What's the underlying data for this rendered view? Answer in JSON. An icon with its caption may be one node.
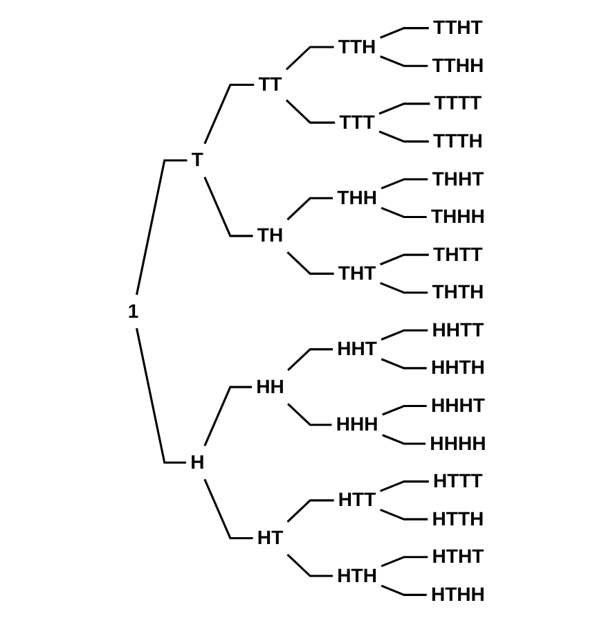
{
  "diagram": {
    "nodes": [
      {
        "text": [
          "1"
        ]
      },
      {
        "text": [
          "T"
        ]
      },
      {
        "text": [
          "H"
        ]
      },
      {
        "text": [
          "TT"
        ]
      },
      {
        "text": [
          "TH"
        ]
      },
      {
        "text": [
          "HH"
        ]
      },
      {
        "text": [
          "HT"
        ]
      },
      {
        "text": [
          "TTH"
        ]
      },
      {
        "text": [
          "TTT"
        ]
      },
      {
        "text": [
          "THH"
        ]
      },
      {
        "text": [
          "THT"
        ]
      },
      {
        "text": [
          "HHT"
        ]
      },
      {
        "text": [
          "HHH"
        ]
      },
      {
        "text": [
          "HTT"
        ]
      },
      {
        "text": [
          "HTH"
        ]
      },
      {
        "text": [
          "TTHT"
        ]
      },
      {
        "text": [
          "TTHH"
        ]
      },
      {
        "text": [
          "TTTT"
        ]
      },
      {
        "text": [
          "TTTH"
        ]
      },
      {
        "text": [
          "THHT"
        ]
      },
      {
        "text": [
          "THHH"
        ]
      },
      {
        "text": [
          "THTT"
        ]
      },
      {
        "text": [
          "THTH"
        ]
      },
      {
        "text": [
          "HHTT"
        ]
      },
      {
        "text": [
          "HHTH"
        ]
      },
      {
        "text": [
          "HHHT"
        ]
      },
      {
        "text": [
          "HHHH"
        ]
      },
      {
        "text": [
          "HTTT"
        ]
      },
      {
        "text": [
          "HTTH"
        ]
      },
      {
        "text": [
          "HTHT"
        ]
      },
      {
        "text": [
          "HTHH"
        ]
      }
    ],
    "edges": [
      {
        "from": 0,
        "to": 1,
        "arrow": "none"
      },
      {
        "from": 0,
        "to": 2,
        "arrow": "none"
      },
      {
        "from": 1,
        "to": 3,
        "arrow": "none"
      },
      {
        "from": 1,
        "to": 4,
        "arrow": "none"
      },
      {
        "from": 2,
        "to": 5,
        "arrow": "none"
      },
      {
        "from": 2,
        "to": 6,
        "arrow": "none"
      },
      {
        "from": 3,
        "to": 7,
        "arrow": "none"
      },
      {
        "from": 3,
        "to": 8,
        "arrow": "none"
      },
      {
        "from": 4,
        "to": 9,
        "arrow": "none"
      },
      {
        "from": 4,
        "to": 10,
        "arrow": "none"
      },
      {
        "from": 5,
        "to": 11,
        "arrow": "none"
      },
      {
        "from": 5,
        "to": 12,
        "arrow": "none"
      },
      {
        "from": 6,
        "to": 13,
        "arrow": "none"
      },
      {
        "from": 6,
        "to": 14,
        "arrow": "none"
      },
      {
        "from": 7,
        "to": 15,
        "arrow": "none"
      },
      {
        "from": 7,
        "to": 16,
        "arrow": "none"
      },
      {
        "from": 8,
        "to": 17,
        "arrow": "none"
      },
      {
        "from": 8,
        "to": 18,
        "arrow": "none"
      },
      {
        "from": 9,
        "to": 19,
        "arrow": "none"
      },
      {
        "from": 9,
        "to": 20,
        "arrow": "none"
      },
      {
        "from": 10,
        "to": 21,
        "arrow": "none"
      },
      {
        "from": 10,
        "to": 22,
        "arrow": "none"
      },
      {
        "from": 11,
        "to": 23,
        "arrow": "none"
      },
      {
        "from": 11,
        "to": 24,
        "arrow": "none"
      },
      {
        "from": 12,
        "to": 25,
        "arrow": "none"
      },
      {
        "from": 12,
        "to": 26,
        "arrow": "none"
      },
      {
        "from": 13,
        "to": 27,
        "arrow": "none"
      },
      {
        "from": 13,
        "to": 28,
        "arrow": "none"
      },
      {
        "from": 14,
        "to": 29,
        "arrow": "none"
      },
      {
        "from": 14,
        "to": 30,
        "arrow": "none"
      }
    ]
  }
}
